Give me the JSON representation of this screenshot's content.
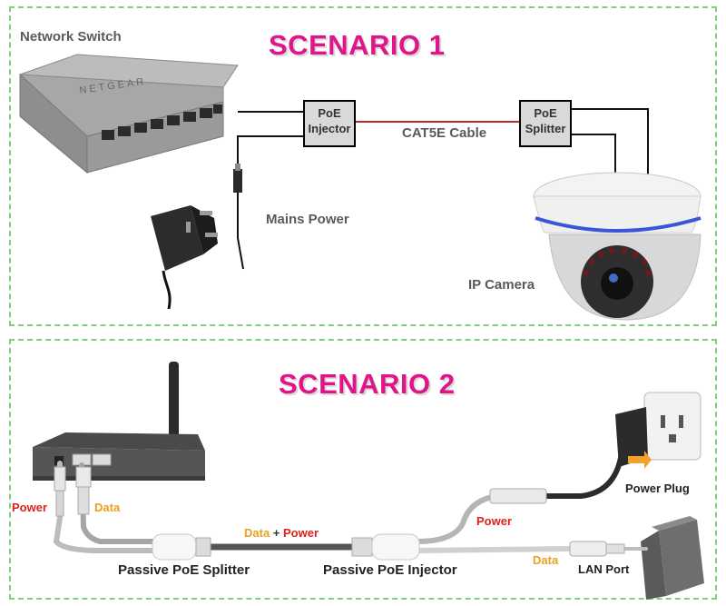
{
  "scenario1": {
    "title": "SCENARIO 1",
    "network_switch_label": "Network Switch",
    "switch_brand": "NETGEAR",
    "poe_injector": {
      "line1": "PoE",
      "line2": "Injector"
    },
    "poe_splitter": {
      "line1": "PoE",
      "line2": "Splitter"
    },
    "cable_label": "CAT5E Cable",
    "mains_power_label": "Mains Power",
    "ip_camera_label": "IP Camera"
  },
  "scenario2": {
    "title": "SCENARIO 2",
    "power_label": "Power",
    "data_label": "Data",
    "data_power_label_data": "Data",
    "data_power_label_plus": " + ",
    "data_power_label_power": "Power",
    "passive_splitter_label": "Passive PoE Splitter",
    "passive_injector_label": "Passive PoE Injector",
    "power_right_label": "Power",
    "data_right_label": "Data",
    "power_plug_label": "Power Plug",
    "lan_port_label": "LAN Port"
  },
  "colors": {
    "accent": "#e0158a",
    "power": "#e0201c",
    "data": "#e8a21e",
    "border": "#7fcf7f",
    "cable_red": "#c0282e"
  }
}
